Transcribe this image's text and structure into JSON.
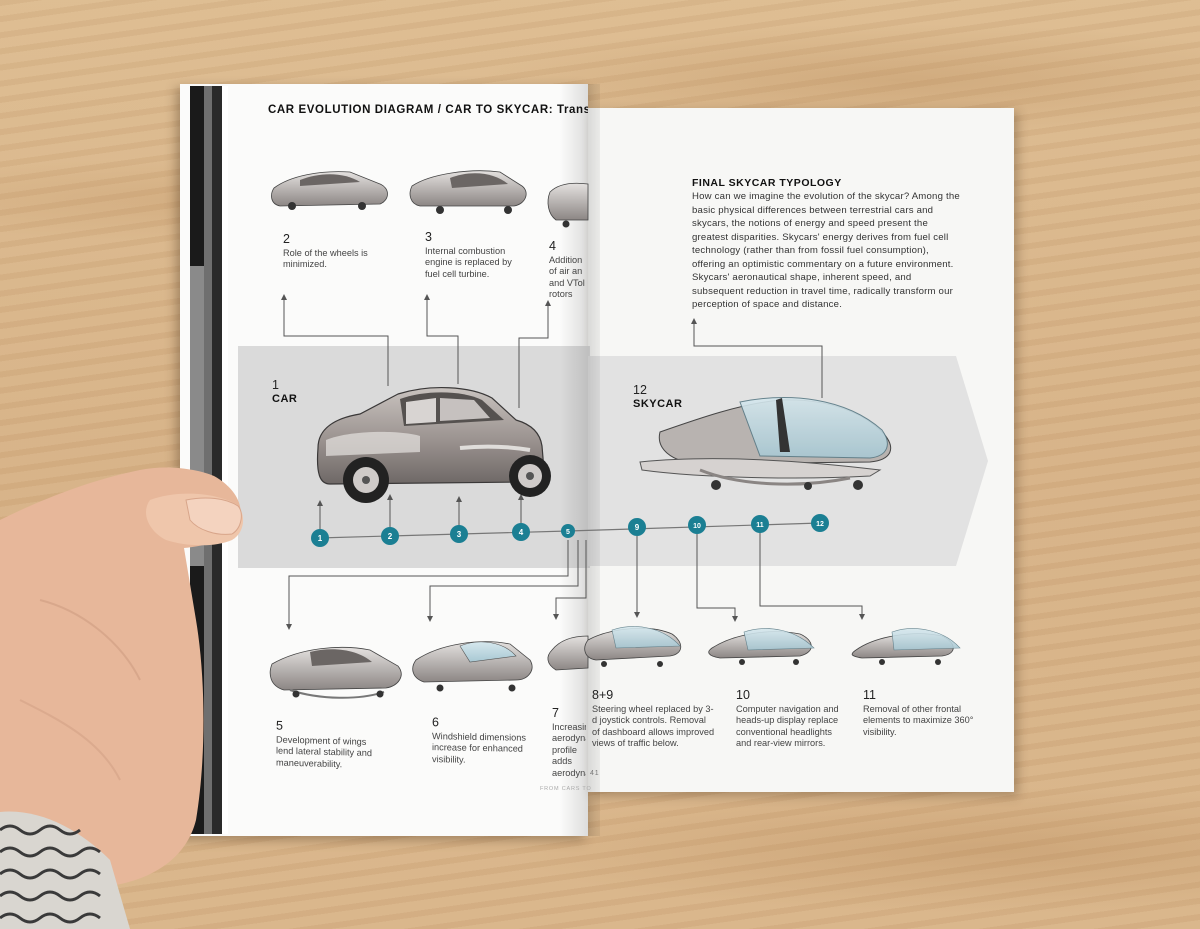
{
  "left_page": {
    "heading": "CAR EVOLUTION DIAGRAM / CAR TO SKYCAR: Transition of the lim",
    "folio": "FROM CARS TO",
    "main_car": {
      "number": "1",
      "label": "CAR"
    },
    "top_captions": [
      {
        "number": "2",
        "text": "Role of the wheels is minimized."
      },
      {
        "number": "3",
        "text": "Internal combustion engine is replaced by fuel cell turbine."
      },
      {
        "number": "4",
        "text": "Addition of air an and VTol rotors"
      }
    ],
    "bottom_captions": [
      {
        "number": "5",
        "text": "Development of wings lend lateral stability and maneuverability."
      },
      {
        "number": "6",
        "text": "Windshield dimensions increase for enhanced visibility."
      },
      {
        "number": "7",
        "text": "Increasingly aerodynamic profile adds aerodynamics"
      }
    ]
  },
  "right_page": {
    "title": "FINAL SKYCAR TYPOLOGY",
    "body": "How can we imagine the evolution of the skycar? Among the basic physical differences between terrestrial cars and skycars, the notions of energy and speed present the greatest disparities. Skycars' energy derives from fuel cell technology (rather than from fossil fuel consumption), offering an optimistic commentary on a future environment. Skycars' aeronautical shape, inherent speed, and subsequent reduction in travel time, radically transform our perception of space and distance.",
    "main_skycar": {
      "number": "12",
      "label": "SKYCAR"
    },
    "page_number": "41",
    "bottom_captions": [
      {
        "number": "8+9",
        "text": "Steering wheel replaced by 3-d joystick controls. Removal of dashboard allows improved views of traffic below."
      },
      {
        "number": "10",
        "text": "Computer navigation and heads-up display replace conventional headlights and rear-view mirrors."
      },
      {
        "number": "11",
        "text": "Removal of other frontal elements to maximize 360° visibility."
      }
    ]
  },
  "timeline_nodes": [
    "1",
    "2",
    "3",
    "4",
    "5",
    "9",
    "10",
    "11",
    "12"
  ],
  "colors": {
    "node": "#1b7f93",
    "band": "#dadada",
    "skycar_glass": "#bcd7e0",
    "car_body": "#9c9592"
  }
}
